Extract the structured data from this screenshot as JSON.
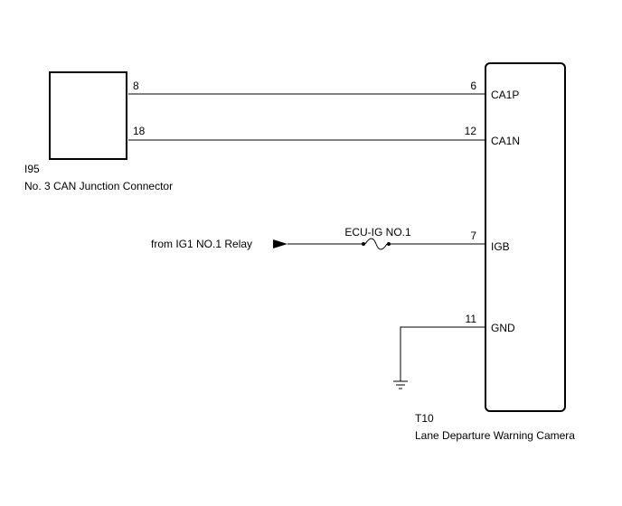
{
  "junction_connector": {
    "code": "I95",
    "name": "No. 3 CAN Junction Connector",
    "pins": {
      "ca1p": "8",
      "ca1n": "18"
    }
  },
  "camera": {
    "code": "T10",
    "name": "Lane Departure Warning Camera",
    "pins": [
      {
        "number": "6",
        "label": "CA1P"
      },
      {
        "number": "12",
        "label": "CA1N"
      },
      {
        "number": "7",
        "label": "IGB"
      },
      {
        "number": "11",
        "label": "GND"
      }
    ]
  },
  "power_source": {
    "label": "from IG1 NO.1 Relay",
    "fuse": "ECU-IG NO.1"
  },
  "colors": {
    "line": "#000000",
    "background": "#ffffff"
  },
  "icons": [
    "arrow-icon",
    "fuse-icon",
    "ground-icon"
  ]
}
